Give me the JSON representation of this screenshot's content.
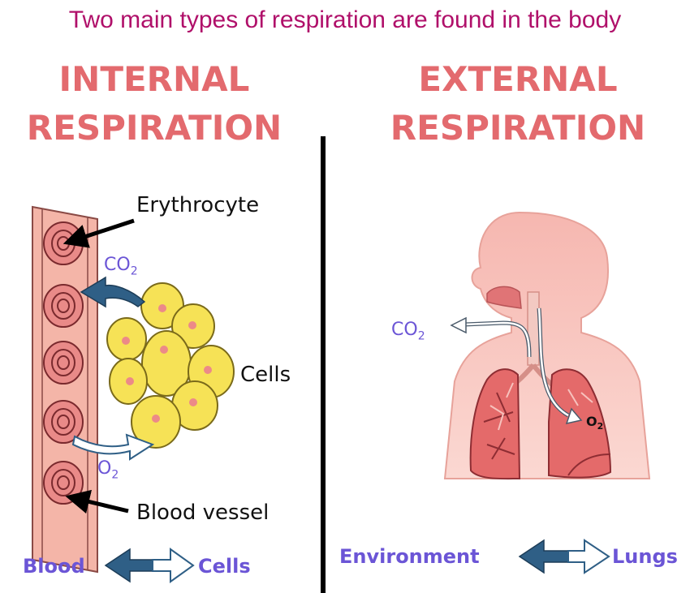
{
  "caption": "Two main types of respiration are found in the body",
  "internal": {
    "title_line1": "INTERNAL",
    "title_line2": "RESPIRATION",
    "labels": {
      "erythrocyte": "Erythrocyte",
      "cells": "Cells",
      "blood_vessel": "Blood vessel",
      "co2": "CO",
      "co2_sub": "2",
      "o2": "O",
      "o2_sub": "2"
    },
    "flow": {
      "left": "Blood",
      "right": "Cells"
    }
  },
  "external": {
    "title_line1": "EXTERNAL",
    "title_line2": "RESPIRATION",
    "labels": {
      "co2": "CO",
      "co2_sub": "2",
      "o2": "O",
      "o2_sub": "2"
    },
    "flow": {
      "left": "Environment",
      "right": "Lungs"
    }
  },
  "colors": {
    "caption": "#b0106a",
    "title": "#e36a6e",
    "gas_label": "#6b55d6",
    "arrow_dark": "#2f5f86",
    "vessel": "#f2b1a5",
    "cell_fill": "#f6e256",
    "lung": "#e46a6a"
  }
}
